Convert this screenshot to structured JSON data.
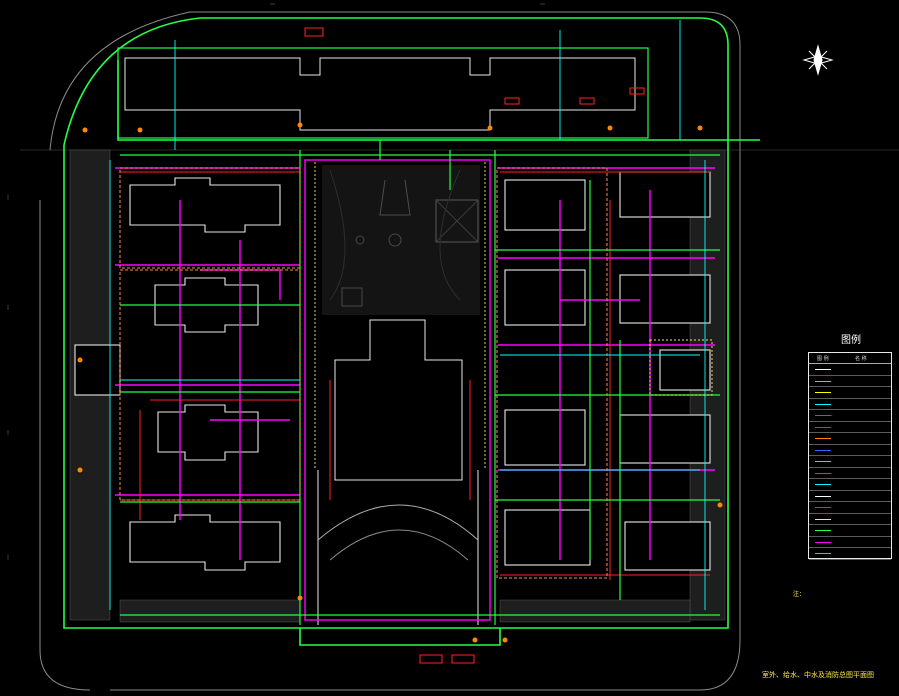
{
  "legend": {
    "title": "图例",
    "col_symbol": "图 例",
    "col_name": "名 称",
    "rows": [
      {
        "color": "#ffffff",
        "name": ""
      },
      {
        "color": "#22ff44",
        "name": ""
      },
      {
        "color": "#ffff00",
        "name": ""
      },
      {
        "color": "#00ffff",
        "name": ""
      },
      {
        "color": "#ff00ff",
        "name": ""
      },
      {
        "color": "#ff2222",
        "name": ""
      },
      {
        "color": "#ff8800",
        "name": ""
      },
      {
        "color": "#3366ff",
        "name": ""
      },
      {
        "color": "#22ff44",
        "name": ""
      },
      {
        "color": "#ff00ff",
        "name": ""
      },
      {
        "color": "#00ffff",
        "name": ""
      },
      {
        "color": "#ffffff",
        "name": ""
      },
      {
        "color": "#ff2222",
        "name": ""
      },
      {
        "color": "#ffff00",
        "name": ""
      },
      {
        "color": "#22ff44",
        "name": ""
      },
      {
        "color": "#ff00ff",
        "name": ""
      },
      {
        "color": "#ff8800",
        "name": ""
      }
    ]
  },
  "notes_title": "注：",
  "caption": "室外、给水、中水及消防总图平面图",
  "colors": {
    "boundary": "#22ff44",
    "feed": "#ff00ff",
    "fire": "#ff2222",
    "cyan": "#00ffff",
    "yellow": "#ffec4d",
    "white": "#e8e8e8",
    "grey": "#7a7a7a"
  }
}
